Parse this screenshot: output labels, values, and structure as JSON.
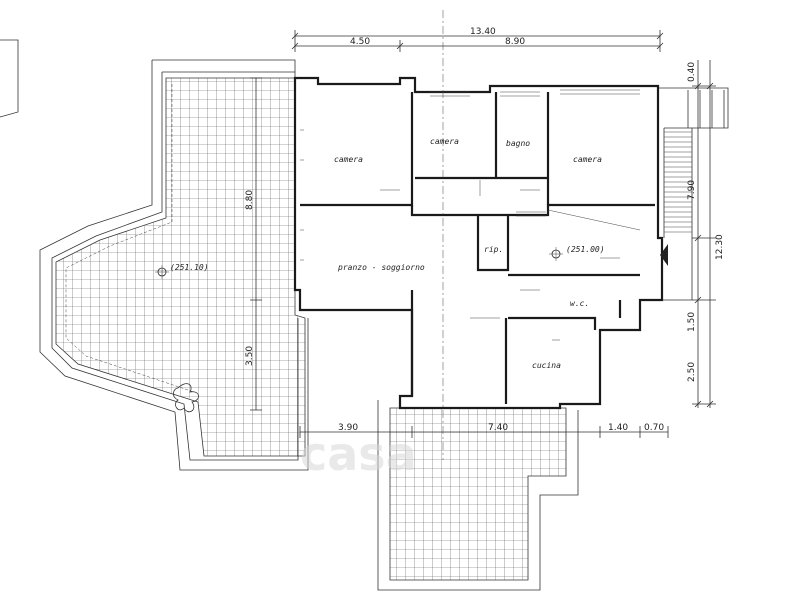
{
  "rooms": {
    "camera_left": "camera",
    "camera_mid": "camera",
    "bagno": "bagno",
    "camera_right": "camera",
    "ripostiglio": "rip.",
    "pranzo_soggiorno": "pranzo - soggiorno",
    "wc": "w.c.",
    "cucina": "cucina"
  },
  "levels": {
    "terrace": "(251.10)",
    "interior": "(251.00)"
  },
  "dimensions": {
    "top_total": "13.40",
    "top_left": "4.50",
    "top_right": "8.90",
    "right_top": "0.40",
    "right_upper": "7.90",
    "right_total": "12.30",
    "right_mid": "1.50",
    "right_bottom": "2.50",
    "left_upper": "8.80",
    "left_lower": "3.50",
    "bottom_left": "3.90",
    "bottom_mid": "7.40",
    "bottom_right_a": "1.40",
    "bottom_right_b": "0.70"
  },
  "watermark": "casa"
}
